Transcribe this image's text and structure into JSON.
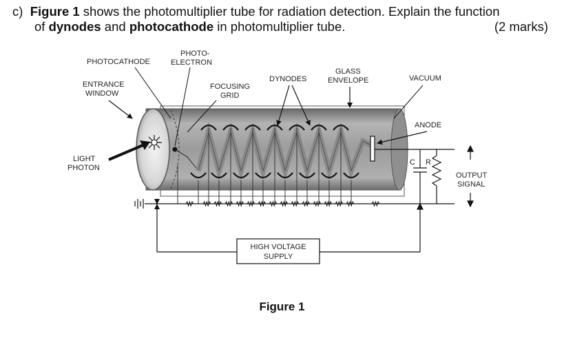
{
  "question": {
    "part": "c)",
    "fig_ref": "Figure 1",
    "line1_rest": " shows the photomultiplier tube for radiation detection. Explain the function",
    "line2_of": "of ",
    "term1": "dynodes",
    "and": " and ",
    "term2": "photocathode",
    "line2_rest": " in photomultiplier tube.",
    "marks": "(2 marks)"
  },
  "diagram": {
    "labels": {
      "photocathode": "PHOTOCATHODE",
      "photo_electron_1": "PHOTO-",
      "photo_electron_2": "ELECTRON",
      "entrance_window_1": "ENTRANCE",
      "entrance_window_2": "WINDOW",
      "focusing_grid_1": "FOCUSING",
      "focusing_grid_2": "GRID",
      "dynodes": "DYNODES",
      "glass_envelope_1": "GLASS",
      "glass_envelope_2": "ENVELOPE",
      "vacuum": "VACUUM",
      "anode": "ANODE",
      "light_photon_1": "LIGHT",
      "light_photon_2": "PHOTON",
      "c": "C",
      "r": "R",
      "output_signal_1": "OUTPUT",
      "output_signal_2": "SIGNAL",
      "hv_supply_1": "HIGH VOLTAGE",
      "hv_supply_2": "SUPPLY"
    }
  },
  "caption": "Figure 1",
  "colors": {
    "tube": "#9a9a9a",
    "tube_dark": "#6e6e6e",
    "zigzag": "#8a8a8a",
    "line": "#111111"
  }
}
